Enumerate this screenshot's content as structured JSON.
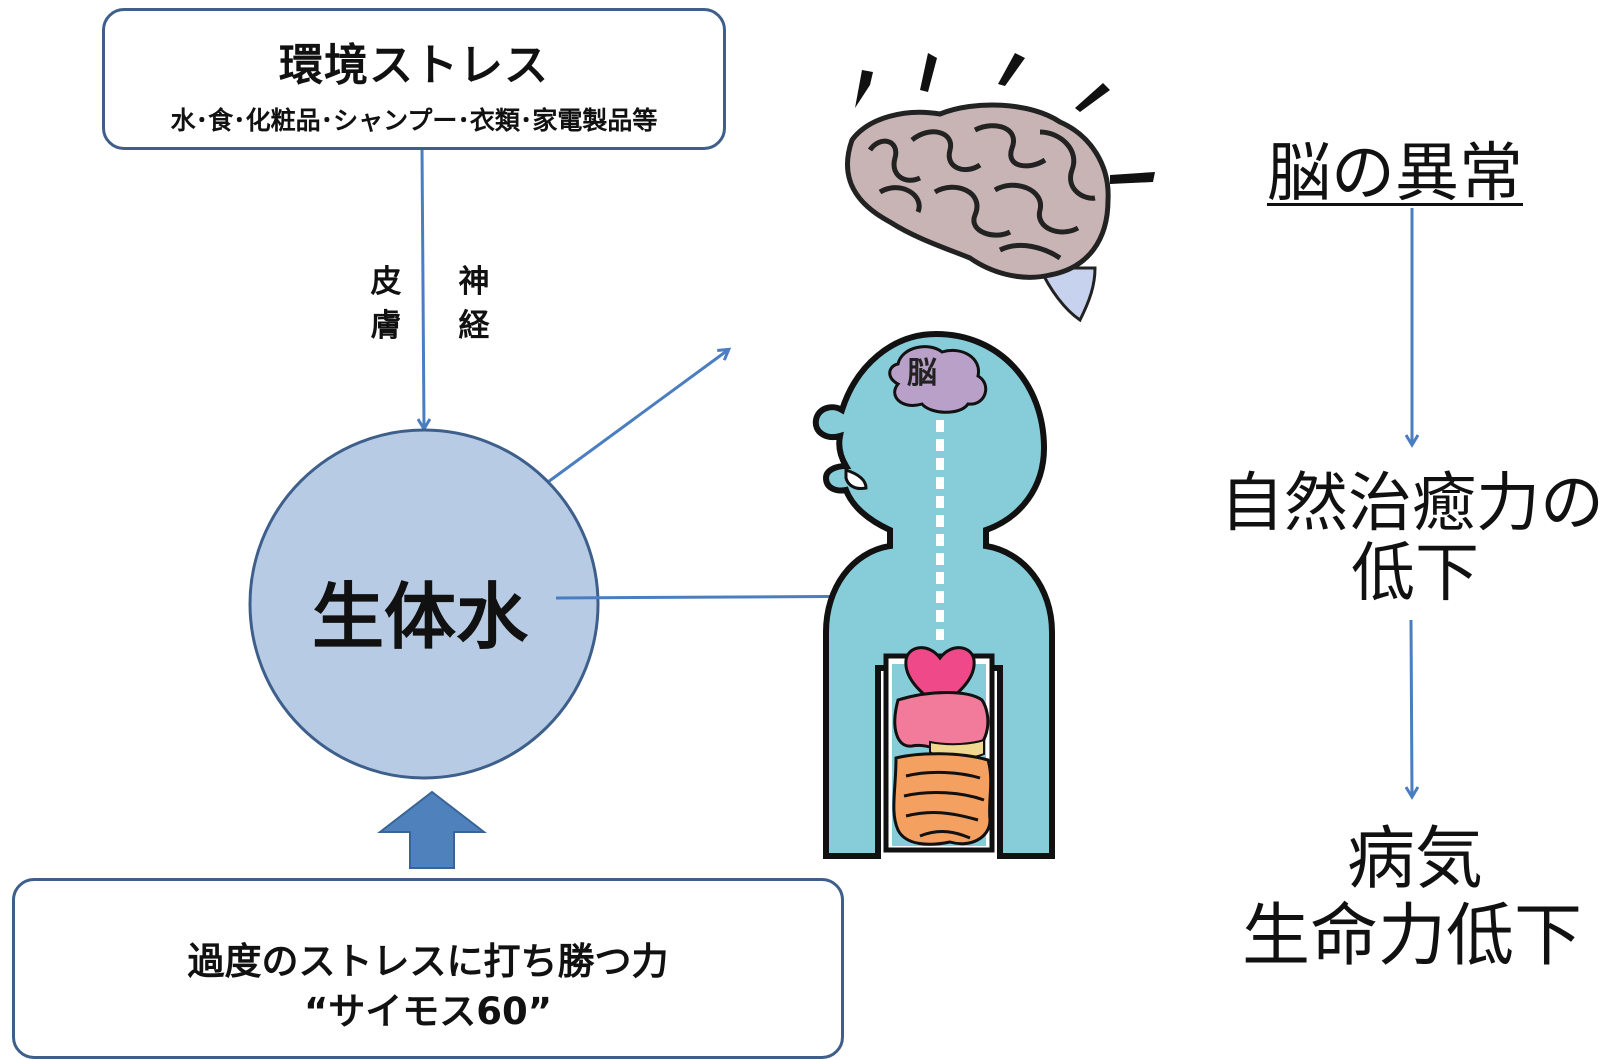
{
  "environment": {
    "title": "環境ストレス",
    "subtitle": "水･食･化粧品･シャンプー･衣類･家電製品等"
  },
  "pathways": {
    "skin": [
      "皮",
      "膚"
    ],
    "nerve": [
      "神",
      "経"
    ]
  },
  "center": {
    "label": "生体水"
  },
  "body": {
    "brain_tag": "脳"
  },
  "power": {
    "line1": "過度のストレスに打ち勝つ力",
    "line2": "“サイモス60”"
  },
  "right_flow": {
    "step1": "脳の異常",
    "step2_line1": "自然治癒力の",
    "step2_line2": "低下",
    "step3_line1": "病気",
    "step3_line2": "生命力低下"
  },
  "colors": {
    "arrow": "#4a7ec0",
    "box_border": "#3f5f8a",
    "circle_fill": "#b7cce4",
    "circle_stroke": "#3e5f8c",
    "body_fill": "#86ccd9",
    "brain_fill": "#b9a0c8",
    "heart": "#f0498a",
    "stomach": "#f27a9a",
    "intestine": "#f4a060"
  }
}
